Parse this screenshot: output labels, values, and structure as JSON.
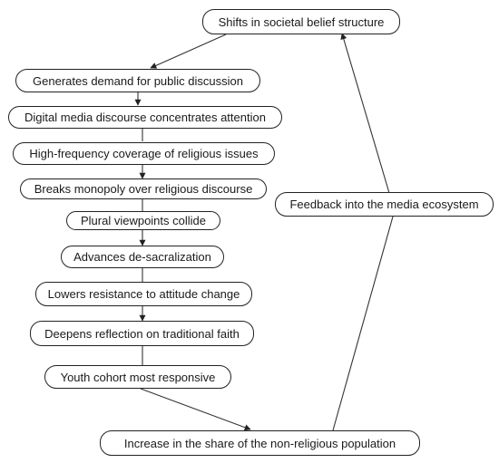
{
  "diagram": {
    "nodes": {
      "shifts": "Shifts in societal belief structure",
      "demand": "Generates demand for public discussion",
      "digital": "Digital media discourse concentrates attention",
      "highfreq": "High-frequency coverage of religious issues",
      "monopoly": "Breaks monopoly over religious discourse",
      "plural": "Plural viewpoints collide",
      "desacral": "Advances de-sacralization",
      "resistance": "Lowers resistance to attitude change",
      "reflection": "Deepens reflection on traditional faith",
      "youth": "Youth cohort most responsive",
      "nonrel": "Increase in the share of the non-religious population",
      "feedback": "Feedback into the media ecosystem"
    }
  }
}
